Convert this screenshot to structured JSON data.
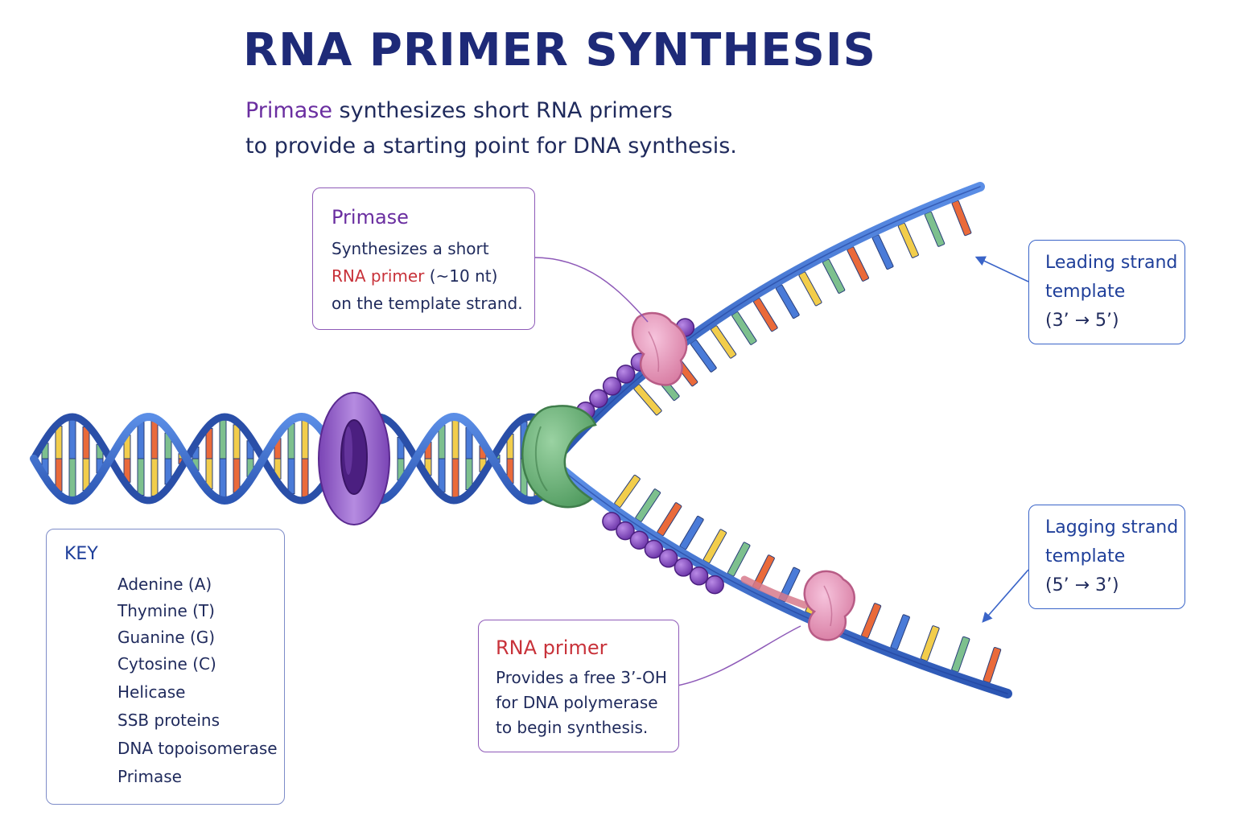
{
  "title": "RNA PRIMER SYNTHESIS",
  "subtitle": {
    "highlight": "Primase",
    "line1_rest": " synthesizes short RNA primers",
    "line2": "to provide a starting point for DNA synthesis."
  },
  "callouts": {
    "primase": {
      "title": "Primase",
      "line1": "Synthesizes a short",
      "line2_red": "RNA primer",
      "line2_rest": " (~10 nt)",
      "line3": "on the template strand."
    },
    "rna_primer": {
      "title": "RNA primer",
      "line1": "Provides a free 3’-OH",
      "line2": "for DNA polymerase",
      "line3": "to begin synthesis."
    },
    "leading": {
      "line1": "Leading strand",
      "line2": "template",
      "direction": "(3’ → 5’)"
    },
    "lagging": {
      "line1": "Lagging strand",
      "line2": "template",
      "direction": "(5’ → 3’)"
    }
  },
  "key": {
    "title": "KEY",
    "items": [
      {
        "label": "Adenine (A)",
        "icon": "green-bar",
        "color": "#7dc08e"
      },
      {
        "label": "Thymine (T)",
        "icon": "yellow-bar",
        "color": "#f2cd4b"
      },
      {
        "label": "Guanine (G)",
        "icon": "blue-bar",
        "color": "#4a7bd8"
      },
      {
        "label": "Cytosine (C)",
        "icon": "orange-bar",
        "color": "#ea6a3a"
      },
      {
        "label": "Helicase",
        "icon": "helicase-icon",
        "color": "#6fb57a"
      },
      {
        "label": "SSB proteins",
        "icon": "ssb-icon",
        "color": "#8d52c8"
      },
      {
        "label": "DNA topoisomerase",
        "icon": "topoisomerase-icon",
        "color": "#9a62cf"
      },
      {
        "label": "Primase",
        "icon": "primase-icon",
        "color": "#e89ac0"
      }
    ]
  },
  "colors": {
    "backbone": "#3d6fd6",
    "backbone_dark": "#2a4fa8",
    "primase": "#e89ac0",
    "helicase": "#6fb57a",
    "topoisomerase": "#9a62cf",
    "ssb": "#8d52c8",
    "leader_line": "#8e5ab8",
    "arrow": "#3a64c8"
  }
}
